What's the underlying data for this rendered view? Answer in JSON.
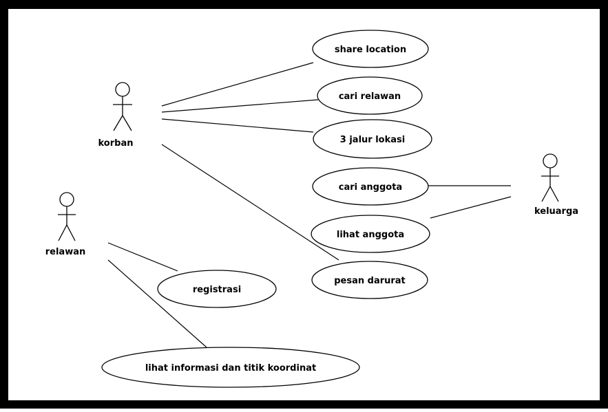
{
  "colors": {
    "frame": "#000000",
    "background": "#ffffff",
    "line": "#000000"
  },
  "actors": {
    "korban": {
      "label": "korban"
    },
    "relawan": {
      "label": "relawan"
    },
    "keluarga": {
      "label": "keluarga"
    }
  },
  "use_cases": {
    "share_location": "share location",
    "cari_relawan": "cari relawan",
    "jalur_lokasi": "3 jalur lokasi",
    "cari_anggota": "cari anggota",
    "lihat_anggota": "lihat anggota",
    "pesan_darurat": "pesan darurat",
    "registrasi": "registrasi",
    "lihat_informasi": "lihat informasi dan titik koordinat"
  }
}
